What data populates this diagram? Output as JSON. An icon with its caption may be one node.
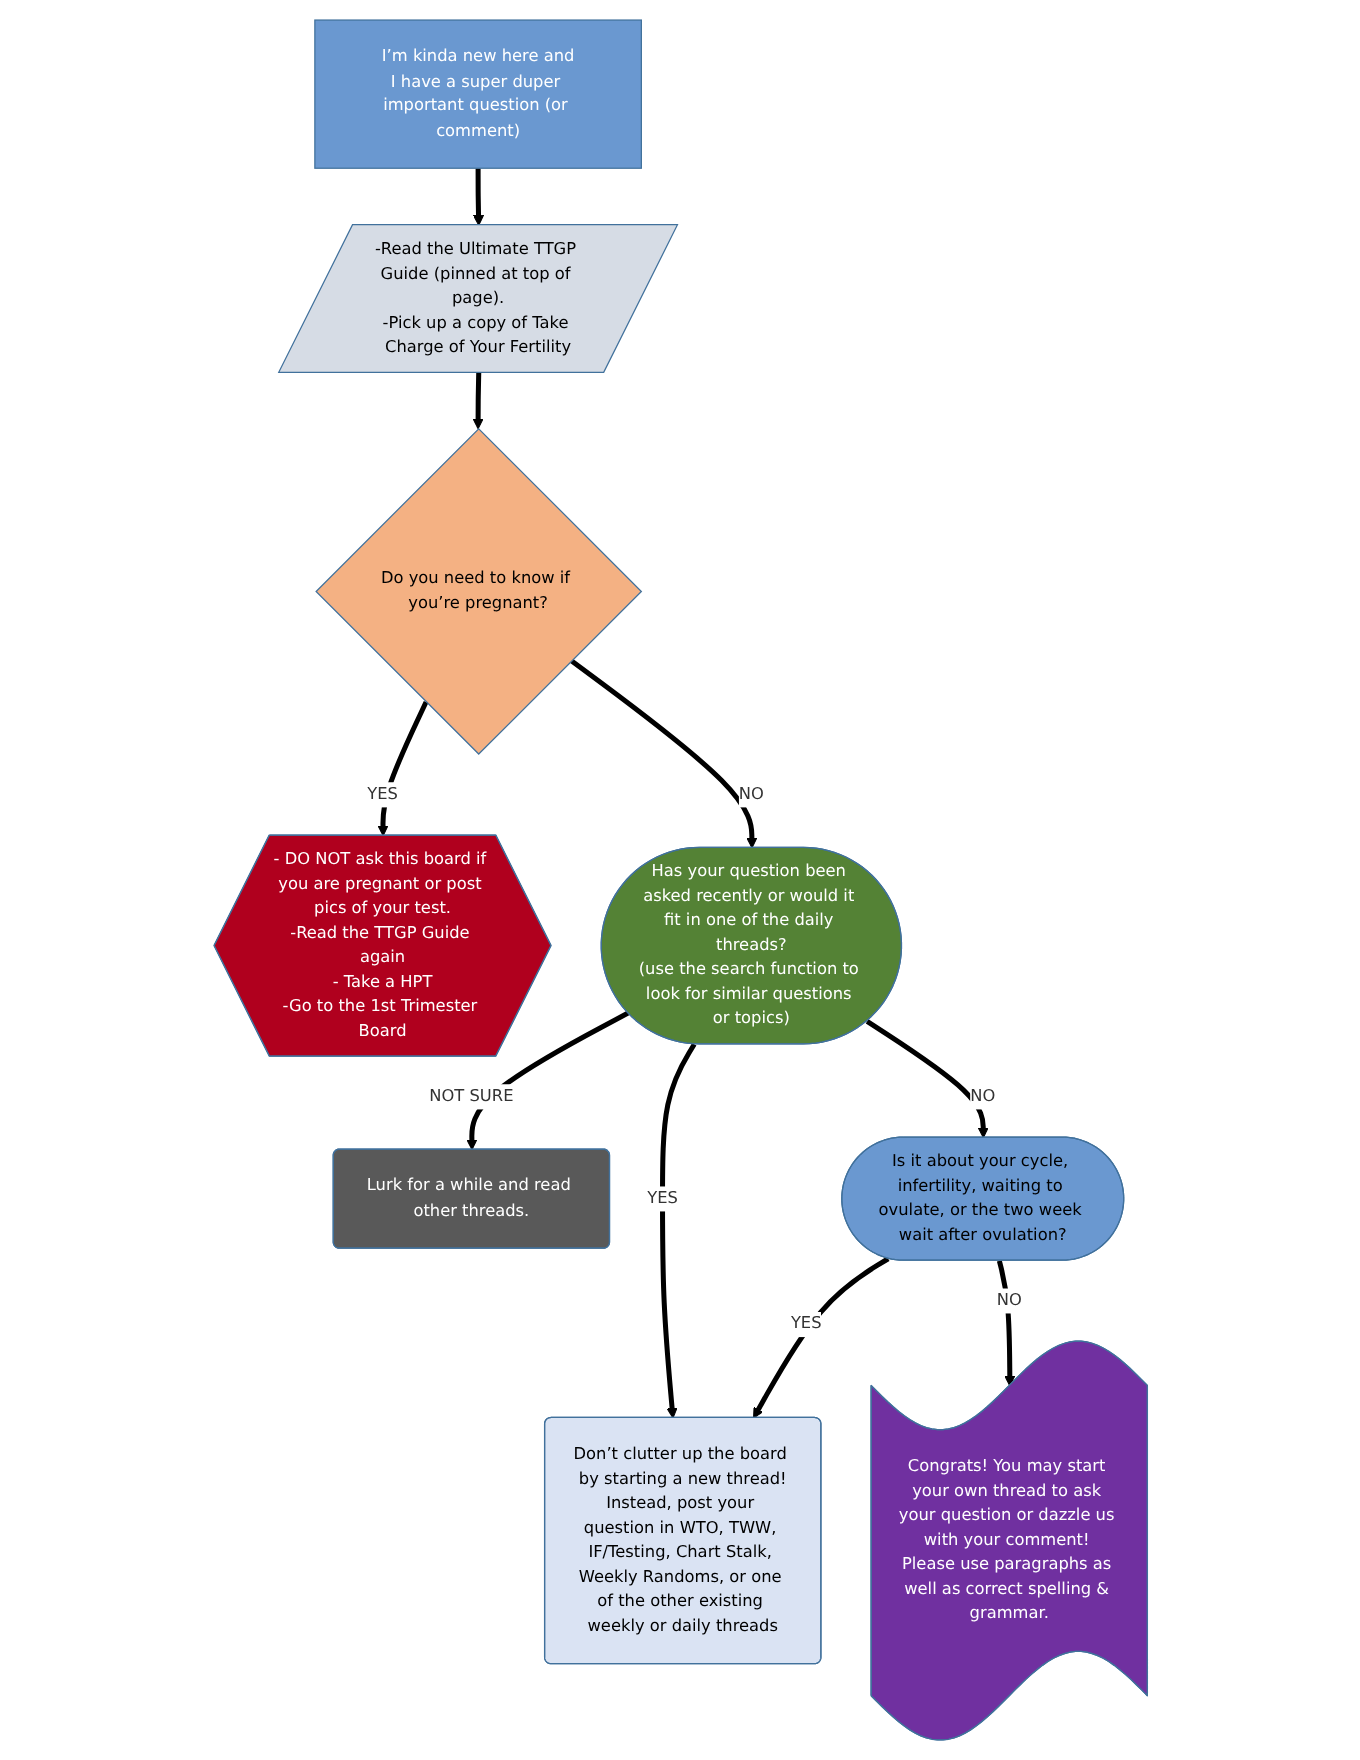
{
  "diagram": {
    "nodes": [
      {
        "text": [
          "I’m kinda new here and",
          "I have a super duper important question (or comment)"
        ]
      },
      {
        "text": [
          "-Read the Ultimate TTGP Guide (pinned at top of page).",
          "-Pick up a copy of Take Charge of Your Fertility"
        ]
      },
      {
        "text": [
          "Do you need to know if you’re pregnant?"
        ]
      },
      {
        "text": [
          "- DO NOT ask this board if you are pregnant or post pics of your test.",
          "-Read the TTGP Guide again",
          "- Take a HPT",
          "-Go to the 1st Trimester Board"
        ]
      },
      {
        "text": [
          "Has your question been asked recently or would it fit in one of the daily threads?",
          "(use the search function to look for similar questions or topics)"
        ]
      },
      {
        "text": [
          "Lurk for a while and read other threads."
        ]
      },
      {
        "text": [
          "Don’t clutter up the board by starting a new thread!",
          "Instead, post your question in WTO, TWW, IF/Testing, Chart Stalk, Weekly Randoms, or one of the other existing weekly or daily threads"
        ]
      },
      {
        "text": [
          "Is it about your cycle, infertility, waiting to ovulate, or the two week wait after ovulation?"
        ]
      },
      {
        "text": [
          "Congrats! You may start your own thread to ask your question or dazzle us with your comment! Please use paragraphs as well as correct spelling & grammar."
        ]
      }
    ],
    "edges": [
      {
        "from": 0,
        "to": 1,
        "arrow": "to"
      },
      {
        "from": 1,
        "to": 2,
        "arrow": "to"
      },
      {
        "from": 2,
        "to": 3,
        "arrow": "to",
        "label": "YES"
      },
      {
        "from": 2,
        "to": 4,
        "arrow": "to",
        "label": "NO"
      },
      {
        "from": 4,
        "to": 5,
        "arrow": "to",
        "label": "NOT SURE"
      },
      {
        "from": 4,
        "to": 6,
        "arrow": "to",
        "label": "YES"
      },
      {
        "from": 4,
        "to": 7,
        "arrow": "to",
        "label": "NO"
      },
      {
        "from": 7,
        "to": 6,
        "arrow": "to",
        "label": "YES"
      },
      {
        "from": 7,
        "to": 8,
        "arrow": "to",
        "label": "NO"
      }
    ]
  }
}
